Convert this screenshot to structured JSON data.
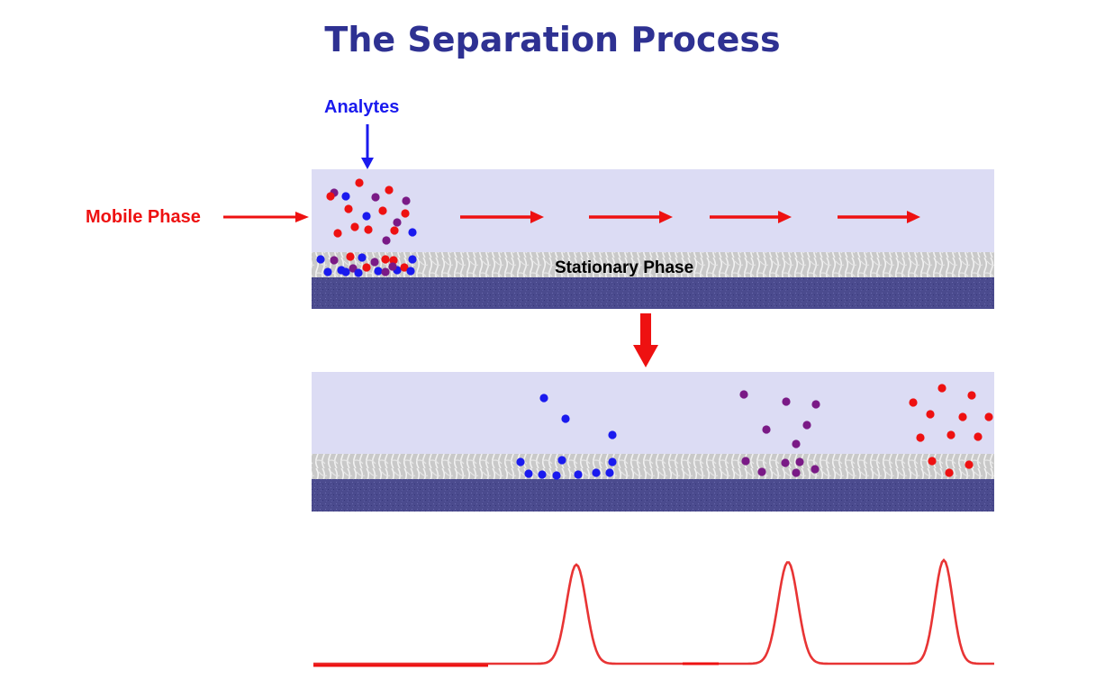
{
  "title": "The Separation Process",
  "labels": {
    "analytes": "Analytes",
    "mobile_phase": "Mobile Phase",
    "stationary_phase": "Stationary Phase"
  },
  "colors": {
    "title": "#2e3192",
    "analyte_blue": "#1a1aee",
    "analyte_purple": "#7a1a86",
    "analyte_red": "#ee1111",
    "mobile_phase_fill": "#dcdcf4",
    "stationary_fill": "#c8c8c8",
    "support_fill": "#4a4a8c",
    "chromatogram": "#e83434"
  },
  "chromatogram": {
    "peaks": [
      {
        "component": "blue"
      },
      {
        "component": "purple"
      },
      {
        "component": "red"
      }
    ]
  }
}
